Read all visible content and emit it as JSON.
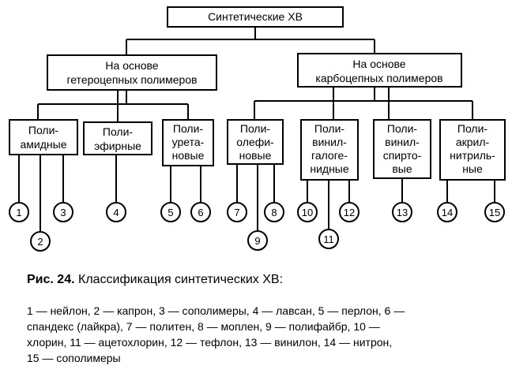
{
  "diagram": {
    "root": "Синтетические ХВ",
    "branches": [
      {
        "lines": [
          "На основе",
          "гетероцепных полимеров"
        ]
      },
      {
        "lines": [
          "На основе",
          "карбоцепных полимеров"
        ]
      }
    ],
    "classes": [
      {
        "lines": [
          "Поли-",
          "амидные"
        ]
      },
      {
        "lines": [
          "Поли-",
          "эфирные"
        ]
      },
      {
        "lines": [
          "Поли-",
          "урета-",
          "новые"
        ]
      },
      {
        "lines": [
          "Поли-",
          "олефи-",
          "новые"
        ]
      },
      {
        "lines": [
          "Поли-",
          "винил-",
          "галоге-",
          "нидные"
        ]
      },
      {
        "lines": [
          "Поли-",
          "винил-",
          "спирто-",
          "вые"
        ]
      },
      {
        "lines": [
          "Поли-",
          "акрил-",
          "нитриль-",
          "ные"
        ]
      }
    ],
    "numbers": [
      "1",
      "2",
      "3",
      "4",
      "5",
      "6",
      "7",
      "8",
      "9",
      "10",
      "11",
      "12",
      "13",
      "14",
      "15"
    ]
  },
  "caption": {
    "figure_label": "Рис. 24.",
    "title": "Классификация синтетических ХВ:"
  },
  "legend_lines": [
    "1 — нейлон, 2 — капрон, 3 — сополимеры, 4 — лавсан, 5 — перлон, 6 —",
    "спандекс (лайкра), 7 — политен, 8 — моплен, 9 — полифайбр, 10 —",
    "хлорин, 11 — ацетохлорин, 12 — тефлон, 13 — винилон, 14 — нитрон,",
    "15 — сополимеры"
  ]
}
